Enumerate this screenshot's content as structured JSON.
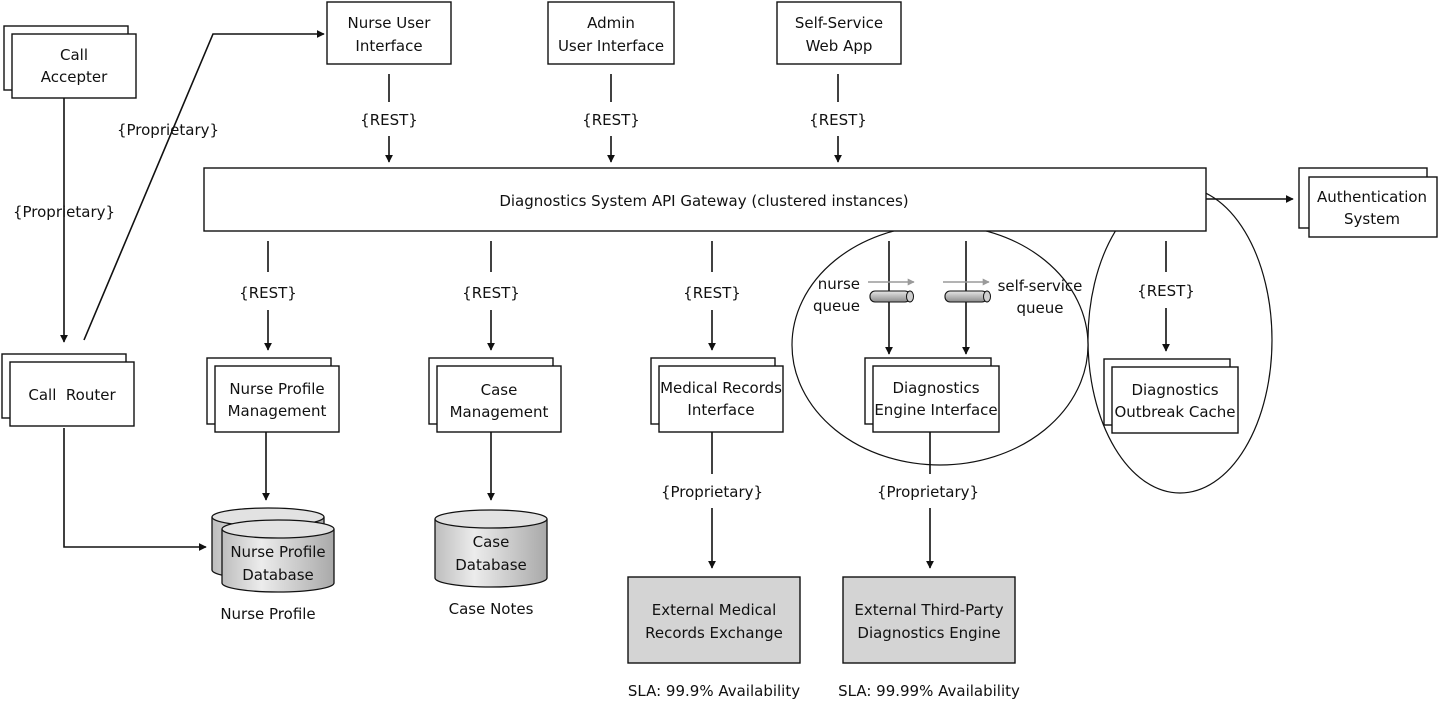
{
  "nodes": {
    "call_accepter": [
      "Call",
      "Accepter"
    ],
    "call_router": [
      "Call  Router"
    ],
    "nurse_ui": [
      "Nurse User",
      "Interface"
    ],
    "admin_ui": [
      "Admin",
      "User Interface"
    ],
    "self_service_app": [
      "Self-Service",
      "Web App"
    ],
    "api_gateway": "Diagnostics System API Gateway (clustered instances)",
    "auth_system": [
      "Authentication",
      "System"
    ],
    "nurse_profile_mgmt": [
      "Nurse Profile",
      "Management"
    ],
    "case_mgmt": [
      "Case",
      "Management"
    ],
    "medical_records_interface": [
      "Medical Records",
      "Interface"
    ],
    "diagnostics_engine_interface": [
      "Diagnostics",
      "Engine Interface"
    ],
    "diagnostics_outbreak_cache": [
      "Diagnostics",
      "Outbreak Cache"
    ],
    "nurse_profile_db": [
      "Nurse Profile",
      "Database"
    ],
    "case_db": [
      "Case",
      "Database"
    ],
    "ext_medical_records": [
      "External Medical",
      "Records Exchange"
    ],
    "ext_diagnostics_engine": [
      "External Third-Party",
      "Diagnostics Engine"
    ]
  },
  "captions": {
    "nurse_profile": "Nurse Profile",
    "case_notes": "Case Notes",
    "sla_medical": "SLA: 99.9% Availability",
    "sla_diagnostics": "SLA: 99.99% Availability"
  },
  "queues": {
    "nurse": [
      "nurse",
      "queue"
    ],
    "self_service": [
      "self-service",
      "queue"
    ]
  },
  "protocols": {
    "proprietary": "{Proprietary}",
    "rest": "{REST}"
  },
  "colors": {
    "external_fill": "#d4d4d4",
    "database_fill": "#cfcfcf",
    "queue_arrow": "#9a9a9a"
  }
}
